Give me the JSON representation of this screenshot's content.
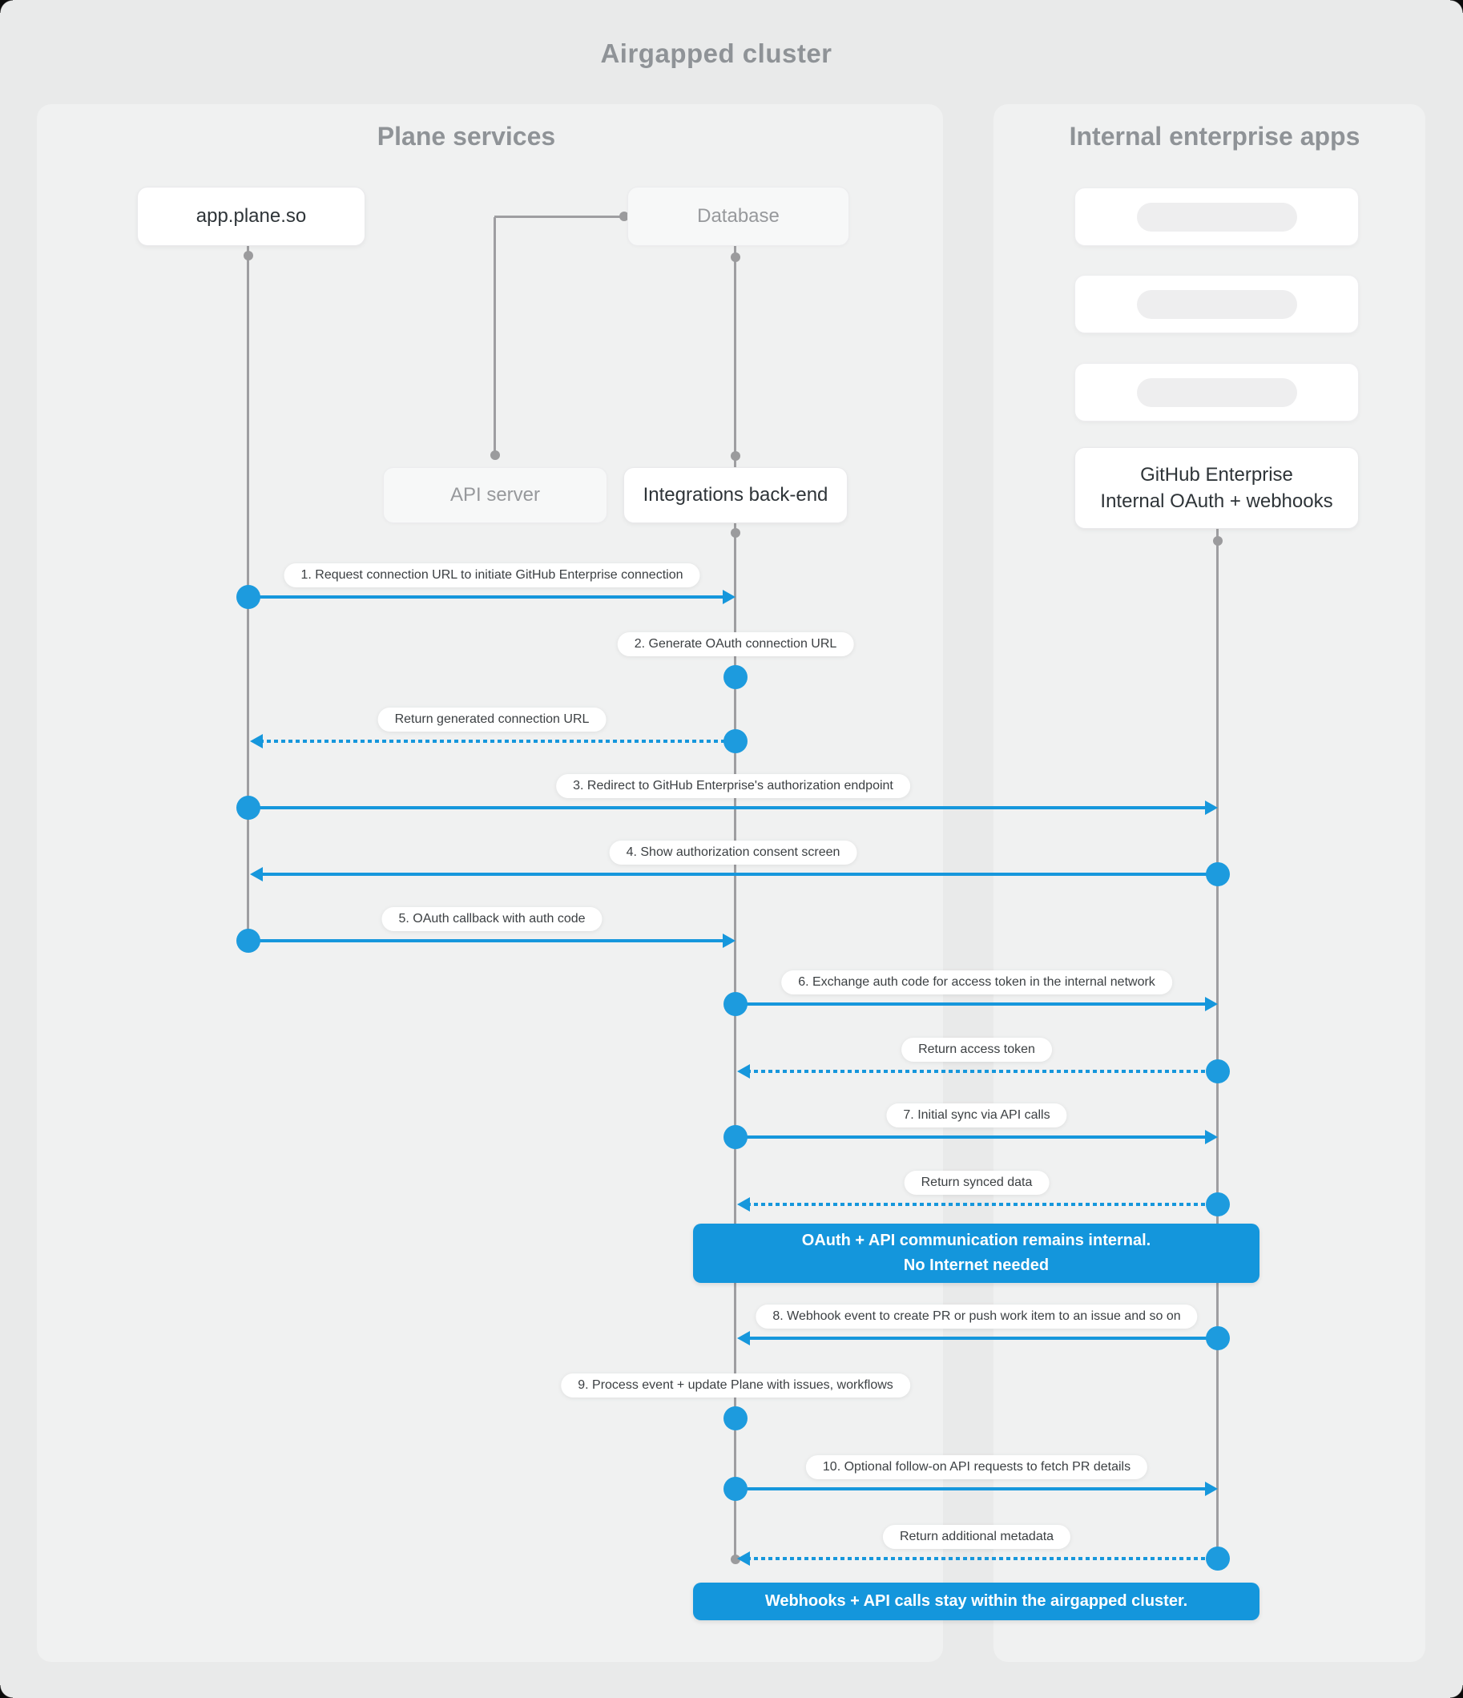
{
  "title": "Airgapped cluster",
  "panels": {
    "plane": {
      "header": "Plane services"
    },
    "internal": {
      "header": "Internal enterprise apps"
    }
  },
  "actors": {
    "app": {
      "label": "app.plane.so"
    },
    "db": {
      "label": "Database"
    },
    "api": {
      "label": "API server"
    },
    "int": {
      "label": "Integrations back-end"
    },
    "gh": {
      "line1": "GitHub Enterprise",
      "line2": "Internal OAuth + webhooks"
    }
  },
  "skeleton_placeholder_count": 3,
  "messages": [
    {
      "label": "1. Request connection URL to initiate GitHub Enterprise connection",
      "from": "app",
      "to": "int",
      "line": "solid"
    },
    {
      "label": "2. Generate OAuth connection URL",
      "from": "int",
      "to": "int",
      "line": "self"
    },
    {
      "label": "Return generated connection URL",
      "from": "int",
      "to": "app",
      "line": "dashed"
    },
    {
      "label": "3. Redirect to GitHub Enterprise's authorization endpoint",
      "from": "app",
      "to": "gh",
      "line": "solid"
    },
    {
      "label": "4. Show authorization consent screen",
      "from": "gh",
      "to": "app",
      "line": "solid"
    },
    {
      "label": "5. OAuth callback with auth code",
      "from": "app",
      "to": "int",
      "line": "solid"
    },
    {
      "label": "6. Exchange auth code for access token in the internal network",
      "from": "int",
      "to": "gh",
      "line": "solid"
    },
    {
      "label": "Return access token",
      "from": "gh",
      "to": "int",
      "line": "dashed"
    },
    {
      "label": "7. Initial sync via API calls",
      "from": "int",
      "to": "gh",
      "line": "solid"
    },
    {
      "label": "Return synced data",
      "from": "gh",
      "to": "int",
      "line": "dashed"
    },
    {
      "label": "8. Webhook event to create PR  or push work item to an issue  and so on",
      "from": "gh",
      "to": "int",
      "line": "solid"
    },
    {
      "label": "9. Process event + update Plane with issues, workflows",
      "from": "int",
      "to": "int",
      "line": "self"
    },
    {
      "label": "10. Optional follow-on API requests to fetch PR details",
      "from": "int",
      "to": "gh",
      "line": "solid"
    },
    {
      "label": "Return additional metadata",
      "from": "gh",
      "to": "int",
      "line": "dashed"
    }
  ],
  "notes": [
    {
      "line1": "OAuth + API communication remains internal.",
      "line2": "No Internet needed"
    },
    {
      "line1": "Webhooks + API calls stay within the airgapped cluster.",
      "line2": ""
    }
  ],
  "colors": {
    "accent_blue": "#1697dc",
    "banner_blue": "#1496dc",
    "line_gray": "#9e9ea1",
    "panel_gray": "#f0f1f1",
    "page_bg": "#e9eaea"
  }
}
